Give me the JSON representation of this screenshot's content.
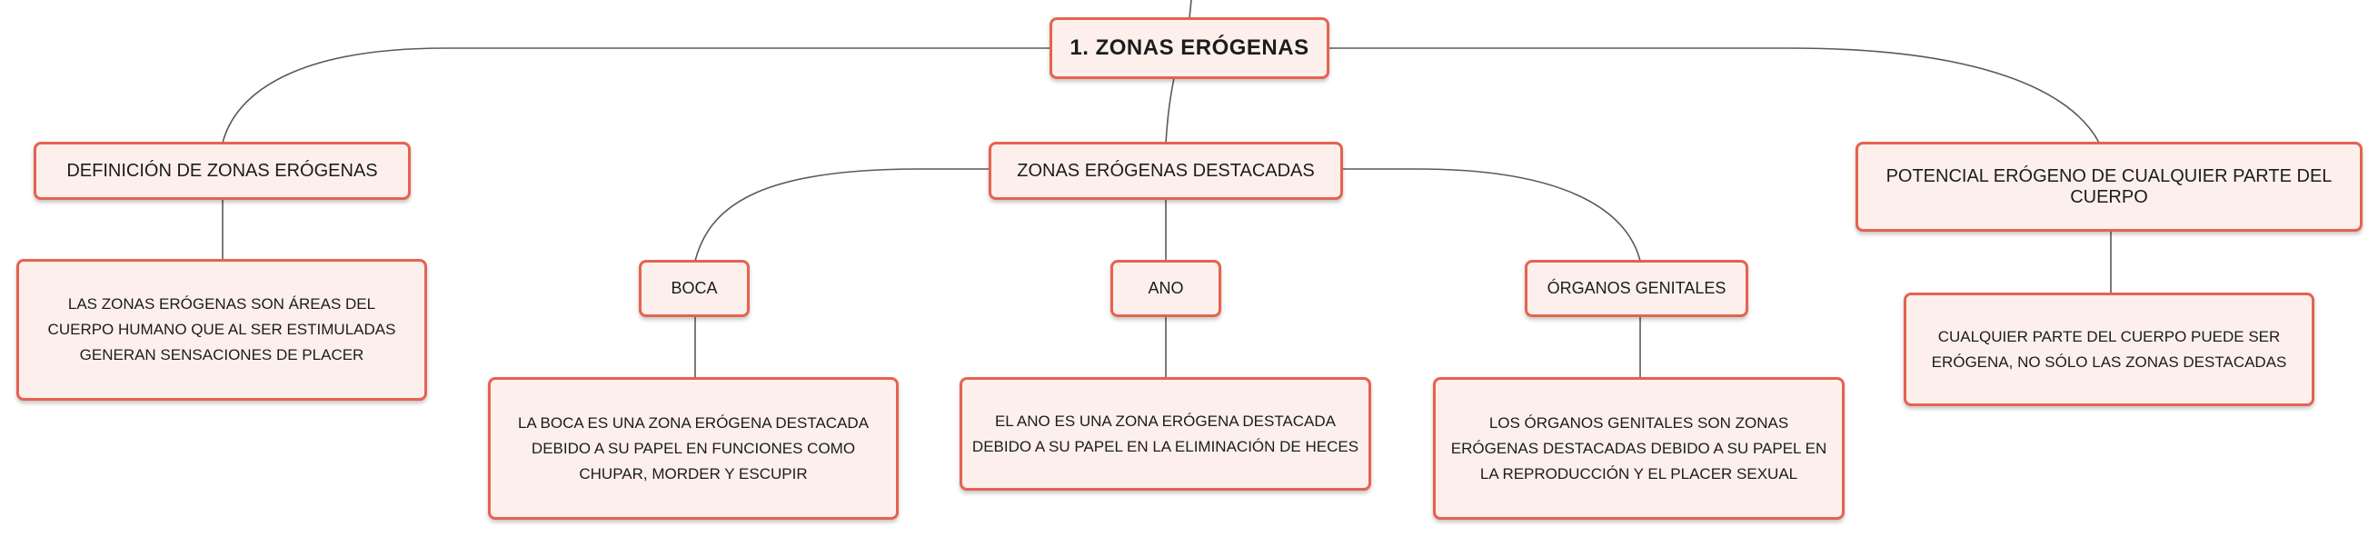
{
  "accent_color": "#e5634f",
  "node_fill": "#fdf0ec",
  "line_color": "#5a5a5a",
  "root": {
    "label": "1. ZONAS ERÓGENAS"
  },
  "topics": {
    "definicion": {
      "label": "DEFINICIÓN DE ZONAS ERÓGENAS",
      "description": "LAS ZONAS ERÓGENAS SON ÁREAS DEL CUERPO HUMANO QUE AL SER ESTIMULADAS GENERAN SENSACIONES DE PLACER"
    },
    "destacadas": {
      "label": "ZONAS ERÓGENAS DESTACADAS",
      "children": {
        "boca": {
          "label": "BOCA",
          "description": "LA BOCA ES UNA ZONA ERÓGENA DESTACADA DEBIDO A SU PAPEL EN FUNCIONES COMO CHUPAR, MORDER Y ESCUPIR"
        },
        "ano": {
          "label": "ANO",
          "description": "EL ANO ES UNA ZONA ERÓGENA DESTACADA DEBIDO A SU PAPEL EN LA ELIMINACIÓN DE HECES"
        },
        "organos": {
          "label": "ÓRGANOS GENITALES",
          "description": "LOS ÓRGANOS GENITALES SON ZONAS ERÓGENAS DESTACADAS DEBIDO A SU PAPEL EN LA REPRODUCCIÓN Y EL PLACER SEXUAL"
        }
      }
    },
    "potencial": {
      "label": "POTENCIAL ERÓGENO DE CUALQUIER PARTE DEL CUERPO",
      "description": "CUALQUIER PARTE DEL CUERPO PUEDE SER ERÓGENA, NO SÓLO LAS ZONAS DESTACADAS"
    }
  }
}
